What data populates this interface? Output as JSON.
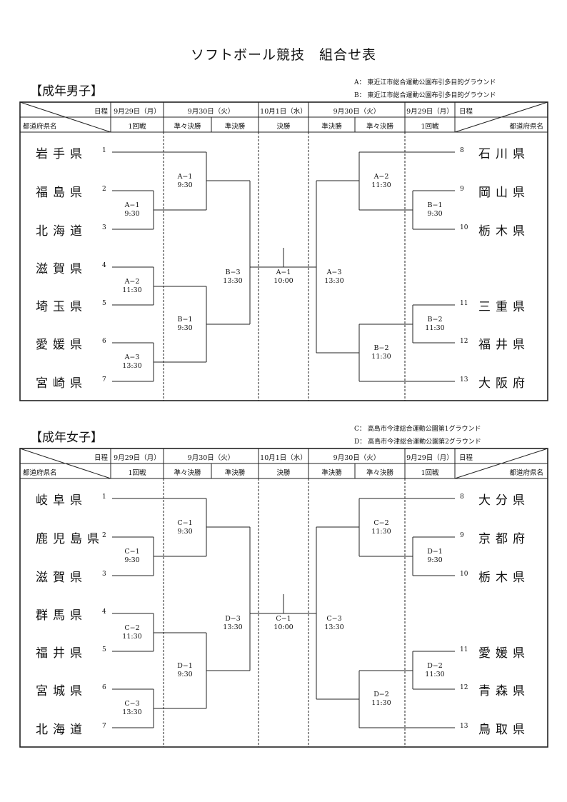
{
  "title": "ソフトボール競技　組合せ表",
  "header_row1": [
    "日程",
    "9月29日（月）",
    "9月30日（火）",
    "10月1日（水）",
    "9月30日（火）",
    "9月29日（月）",
    "日程"
  ],
  "header_row2": [
    "都道府県名",
    "1回戦",
    "準々決勝",
    "準決勝",
    "決勝",
    "準決勝",
    "準々決勝",
    "1回戦",
    "都道府県名"
  ],
  "sections": [
    {
      "title": "【成年男子】",
      "venues": [
        "A： 東近江市総合運動公園布引多目的グラウンド",
        "B： 東近江市総合運動公園布引多目的グラウンド"
      ],
      "left_teams": [
        {
          "name": "岩手県",
          "seed": "1"
        },
        {
          "name": "福島県",
          "seed": "2"
        },
        {
          "name": "北海道",
          "seed": "3"
        },
        {
          "name": "滋賀県",
          "seed": "4"
        },
        {
          "name": "埼玉県",
          "seed": "5"
        },
        {
          "name": "愛媛県",
          "seed": "6"
        },
        {
          "name": "宮崎県",
          "seed": "7"
        }
      ],
      "right_teams": [
        {
          "name": "石川県",
          "seed": "8"
        },
        {
          "name": "岡山県",
          "seed": "9"
        },
        {
          "name": "栃木県",
          "seed": "10"
        },
        {
          "name": "三重県",
          "seed": "11"
        },
        {
          "name": "福井県",
          "seed": "12"
        },
        {
          "name": "大阪府",
          "seed": "13"
        }
      ],
      "matches": {
        "l_r1_a": [
          "A−1",
          "9:30"
        ],
        "l_r1_b": [
          "A−2",
          "11:30"
        ],
        "l_r1_c": [
          "A−3",
          "13:30"
        ],
        "l_qf_a": [
          "A−1",
          "9:30"
        ],
        "l_qf_b": [
          "B−1",
          "9:30"
        ],
        "l_sf": [
          "B−3",
          "13:30"
        ],
        "final": [
          "A−1",
          "10:00"
        ],
        "r_sf": [
          "A−3",
          "13:30"
        ],
        "r_qf_a": [
          "A−2",
          "11:30"
        ],
        "r_qf_b": [
          "B−2",
          "11:30"
        ],
        "r_r1_a": [
          "B−1",
          "9:30"
        ],
        "r_r1_b": [
          "B−2",
          "11:30"
        ]
      }
    },
    {
      "title": "【成年女子】",
      "venues": [
        "C： 高島市今津総合運動公園第1グラウンド",
        "D： 高島市今津総合運動公園第2グラウンド"
      ],
      "left_teams": [
        {
          "name": "岐阜県",
          "seed": "1"
        },
        {
          "name": "鹿児島県",
          "seed": "2"
        },
        {
          "name": "滋賀県",
          "seed": "3"
        },
        {
          "name": "群馬県",
          "seed": "4"
        },
        {
          "name": "福井県",
          "seed": "5"
        },
        {
          "name": "宮城県",
          "seed": "6"
        },
        {
          "name": "北海道",
          "seed": "7"
        }
      ],
      "right_teams": [
        {
          "name": "大分県",
          "seed": "8"
        },
        {
          "name": "京都府",
          "seed": "9"
        },
        {
          "name": "栃木県",
          "seed": "10"
        },
        {
          "name": "愛媛県",
          "seed": "11"
        },
        {
          "name": "青森県",
          "seed": "12"
        },
        {
          "name": "鳥取県",
          "seed": "13"
        }
      ],
      "matches": {
        "l_r1_a": [
          "C−1",
          "9:30"
        ],
        "l_r1_b": [
          "C−2",
          "11:30"
        ],
        "l_r1_c": [
          "C−3",
          "13:30"
        ],
        "l_qf_a": [
          "C−1",
          "9:30"
        ],
        "l_qf_b": [
          "D−1",
          "9:30"
        ],
        "l_sf": [
          "D−3",
          "13:30"
        ],
        "final": [
          "C−1",
          "10:00"
        ],
        "r_sf": [
          "C−3",
          "13:30"
        ],
        "r_qf_a": [
          "C−2",
          "11:30"
        ],
        "r_qf_b": [
          "D−2",
          "11:30"
        ],
        "r_r1_a": [
          "D−1",
          "9:30"
        ],
        "r_r1_b": [
          "D−2",
          "11:30"
        ]
      }
    }
  ]
}
